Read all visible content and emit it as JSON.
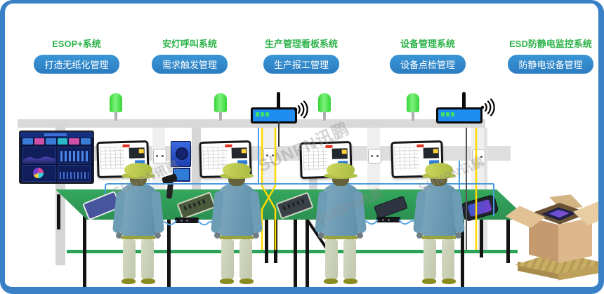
{
  "header": {
    "systems": [
      {
        "title": "ESOP+系统",
        "tag": "打造无纸化管理"
      },
      {
        "title": "安灯呼叫系统",
        "tag": "需求触发管理"
      },
      {
        "title": "生产管理看板系统",
        "tag": "生产报工管理"
      },
      {
        "title": "设备管理系统",
        "tag": "设备点检管理"
      },
      {
        "title": "ESD防静电监控系统",
        "tag": "防静电设备管理"
      }
    ]
  },
  "watermark": {
    "text": "SUNPN讯鹏"
  },
  "colors": {
    "frame_border_blue": "#3a80c6",
    "system_title_green": "#2eb34a",
    "tag_pill_blue": "#2e87c8",
    "conveyor_green": "#2f9e58",
    "andon_light_green": "#44dd44",
    "router_blue": "#1f8ef0",
    "cable_yellow": "#ffd900",
    "cable_blue": "#4a9be0"
  },
  "scene": {
    "workers": 4,
    "equipment": [
      "kanban-dashboard-screen",
      "andon-tower-light",
      "wifi-router",
      "wifi-signal-icon",
      "esop-work-instruction-monitor",
      "andon-call-box",
      "power-socket",
      "barcode-scanner",
      "esd-wrist-strap-monitor",
      "conveyor-belt",
      "pcb-board",
      "tablet-device",
      "carton-on-pallet"
    ]
  }
}
